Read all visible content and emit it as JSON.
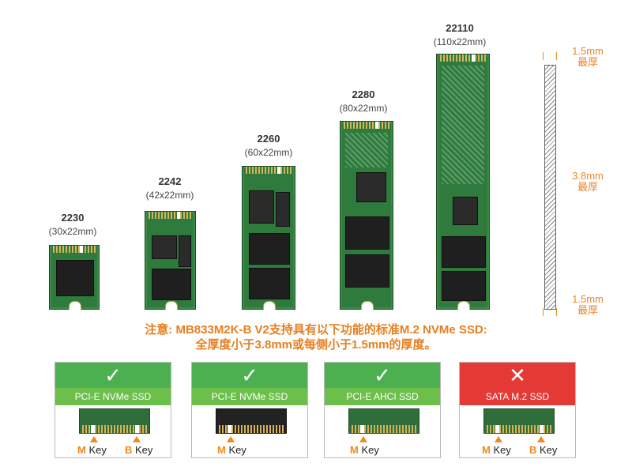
{
  "drives": [
    {
      "code": "2230",
      "size": "(30x22mm)"
    },
    {
      "code": "2242",
      "size": "(42x22mm)"
    },
    {
      "code": "2260",
      "size": "(60x22mm)"
    },
    {
      "code": "2280",
      "size": "(80x22mm)"
    },
    {
      "code": "22110",
      "size": "(110x22mm)"
    }
  ],
  "thickness": {
    "top": {
      "value": "1.5mm",
      "note": "最厚"
    },
    "middle": {
      "value": "3.8mm",
      "note": "最厚"
    },
    "bottom": {
      "value": "1.5mm",
      "note": "最厚"
    }
  },
  "notice": {
    "line1": "注意: MB833M2K-B V2支持具有以下功能的标准M.2 NVMe SSD:",
    "line2": "全厚度小于3.8mm或每侧小于1.5mm的厚度。"
  },
  "cards": [
    {
      "status": "✓",
      "label": "PCI-E NVMe SSD",
      "key_m": "M",
      "key_b": "B",
      "key_word": "Key"
    },
    {
      "status": "✓",
      "label": "PCI-E NVMe SSD",
      "key_m": "M",
      "key_word": "Key"
    },
    {
      "status": "✓",
      "label": "PCI-E AHCI SSD",
      "key_m": "M",
      "key_word": "Key"
    },
    {
      "status": "✕",
      "label": "SATA M.2 SSD",
      "key_m": "M",
      "key_b": "B",
      "key_word": "Key"
    }
  ],
  "colors": {
    "accent": "#e87e1f",
    "ok": "#4caf50",
    "bad": "#e53935",
    "pcb": "#2f7a3d"
  }
}
